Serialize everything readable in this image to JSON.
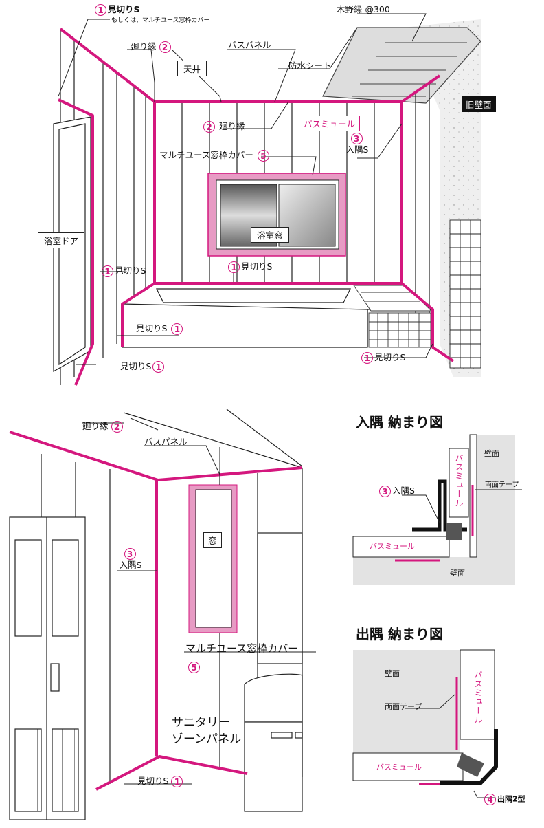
{
  "top": {
    "l1": {
      "num": "1",
      "text": "見切りS",
      "sub": "もしくは、マルチユース窓枠カバー"
    },
    "wood": "木野縁 @300",
    "mawari_top": {
      "text": "廻り縁",
      "num": "2"
    },
    "bath_panel": "バスパネル",
    "ceiling": "天井",
    "waterproof": "防水シート",
    "old_wall": "旧壁面",
    "mawari_mid": {
      "num": "2",
      "text": "廻り縁"
    },
    "bathmural": "バスミュール",
    "irisumi": {
      "num": "3",
      "text": "入隅S"
    },
    "multi_frame": {
      "text": "マルチユース窓枠カバー",
      "num": "5"
    },
    "window": "浴室窓",
    "door": "浴室ドア",
    "mikiri_window": {
      "num": "1",
      "text": "見切りS"
    },
    "mikiri_left": {
      "num": "1",
      "text": "見切りS"
    },
    "mikiri_tub": {
      "text": "見切りS",
      "num": "1"
    },
    "mikiri_right": {
      "num": "1",
      "text": "見切りS"
    },
    "mikiri_bottom": {
      "text": "見切りS",
      "num": "1"
    }
  },
  "bottom": {
    "mawari": {
      "text": "廻り縁",
      "num": "2"
    },
    "bath_panel": "バスパネル",
    "irisumi": {
      "num": "3",
      "text": "入隅S"
    },
    "window": "窓",
    "multi_frame": "マルチユース窓枠カバー",
    "multi_num": "5",
    "sanitary1": "サニタリー",
    "sanitary2": "ゾーンパネル",
    "mikiri": {
      "text": "見切りS",
      "num": "1"
    }
  },
  "inner_corner": {
    "title": "入隅 納まり図",
    "wall1": "壁面",
    "bathmural_v": "バスミュール",
    "tape": "両面テープ",
    "irisumi": {
      "num": "3",
      "text": "入隅S"
    },
    "bathmural_h": "バスミュール",
    "wall2": "壁面"
  },
  "outer_corner": {
    "title": "出隅 納まり図",
    "wall": "壁面",
    "bathmural_v": "バスミュール",
    "tape": "両面テープ",
    "bathmural_h": "バスミュール",
    "degumi": {
      "num": "4",
      "text": "出隅2型"
    }
  },
  "colors": {
    "accent": "#d4177e",
    "frame_pink": "#e79bc4"
  }
}
